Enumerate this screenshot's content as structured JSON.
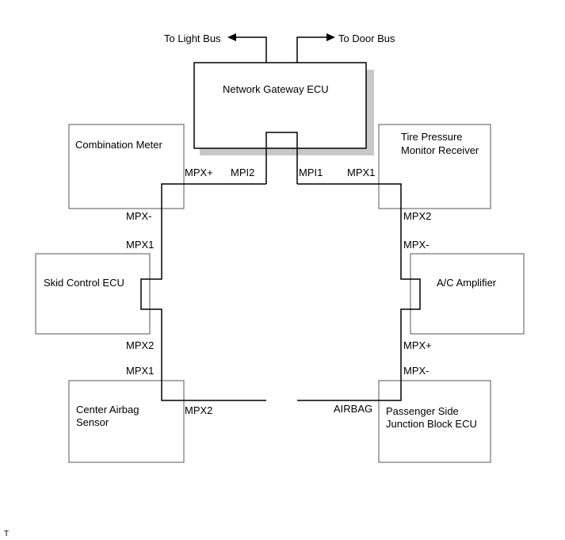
{
  "arrows": {
    "light_bus": "To Light Bus",
    "door_bus": "To Door Bus"
  },
  "components": {
    "gateway": "Network Gateway ECU",
    "combination_meter": "Combination Meter",
    "tire_pressure_line1": "Tire Pressure",
    "tire_pressure_line2": "Monitor Receiver",
    "skid_control": "Skid Control ECU",
    "ac_amplifier": "A/C Amplifier",
    "center_airbag_line1": "Center Airbag",
    "center_airbag_line2": "Sensor",
    "passenger_jb_line1": "Passenger Side",
    "passenger_jb_line2": "Junction Block ECU"
  },
  "pins": {
    "meter_mpx_plus": "MPX+",
    "gateway_mpi2": "MPI2",
    "gateway_mpi1": "MPI1",
    "tire_mpx1": "MPX1",
    "meter_mpx_minus": "MPX-",
    "tire_mpx2": "MPX2",
    "skid_mpx1": "MPX1",
    "ac_mpx_minus": "MPX-",
    "skid_mpx2": "MPX2",
    "ac_mpx_plus": "MPX+",
    "airbag_mpx1": "MPX1",
    "jb_mpx_minus": "MPX-",
    "airbag_mpx2": "MPX2",
    "jb_airbag": "AIRBAG"
  },
  "corner_mark": "T"
}
